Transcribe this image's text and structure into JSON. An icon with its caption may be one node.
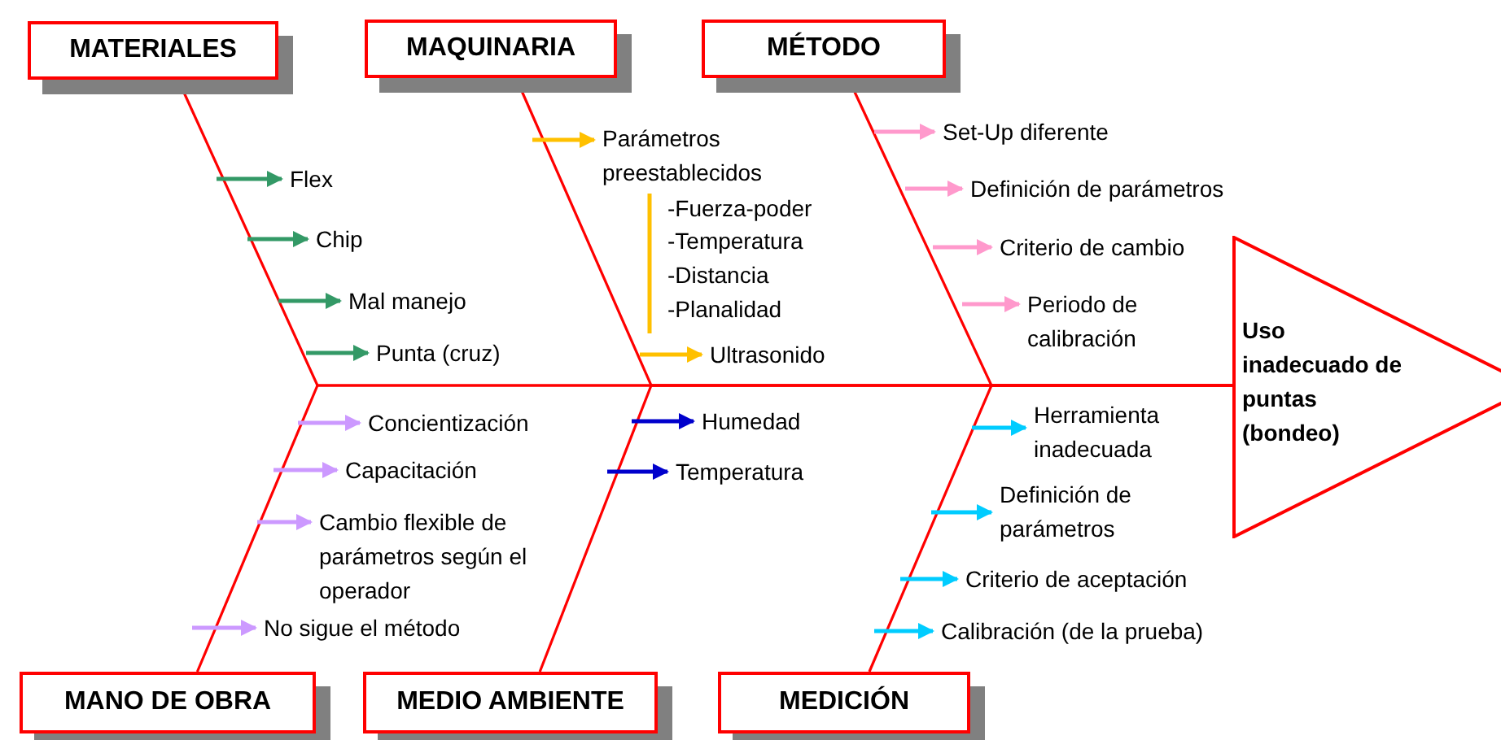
{
  "diagram": {
    "nodes": [
      {
        "text": [
          "MATERIALES"
        ]
      },
      {
        "text": [
          "MAQUINARIA"
        ]
      },
      {
        "text": [
          "MÉTODO"
        ]
      },
      {
        "text": [
          "MANO DE OBRA"
        ]
      },
      {
        "text": [
          "MEDIO AMBIENTE"
        ]
      },
      {
        "text": [
          "MEDICIÓN"
        ]
      },
      {
        "text": [
          "Uso inadecuado de puntas (bondeo)"
        ]
      },
      {
        "text": [
          "Flex"
        ]
      },
      {
        "text": [
          "Chip"
        ]
      },
      {
        "text": [
          "Mal manejo"
        ]
      },
      {
        "text": [
          "Punta (cruz)"
        ]
      },
      {
        "text": [
          "Parámetros preestablecidos"
        ]
      },
      {
        "text": [
          "Ultrasonido"
        ]
      },
      {
        "text": [
          "Set-Up diferente"
        ]
      },
      {
        "text": [
          "Definición de parámetros"
        ]
      },
      {
        "text": [
          "Criterio de cambio"
        ]
      },
      {
        "text": [
          "Periodo de calibración"
        ]
      },
      {
        "text": [
          "Concientización"
        ]
      },
      {
        "text": [
          "Capacitación"
        ]
      },
      {
        "text": [
          "Cambio flexible de parámetros según el operador"
        ]
      },
      {
        "text": [
          "No sigue el método"
        ]
      },
      {
        "text": [
          "Humedad"
        ]
      },
      {
        "text": [
          "Temperatura"
        ]
      },
      {
        "text": [
          "Herramienta inadecuada"
        ]
      },
      {
        "text": [
          "Definición de parámetros"
        ]
      },
      {
        "text": [
          "Criterio de aceptación"
        ]
      },
      {
        "text": [
          "Calibración (de la prueba)"
        ]
      }
    ],
    "edges": [
      {
        "from": 0,
        "to": 6,
        "arrow": "none"
      },
      {
        "from": 1,
        "to": 6,
        "arrow": "none"
      },
      {
        "from": 2,
        "to": 6,
        "arrow": "none"
      },
      {
        "from": 3,
        "to": 6,
        "arrow": "none"
      },
      {
        "from": 4,
        "to": 6,
        "arrow": "none"
      },
      {
        "from": 5,
        "to": 6,
        "arrow": "none"
      },
      {
        "from": null,
        "to": 7,
        "arrow": "to",
        "color": "#339966"
      },
      {
        "from": null,
        "to": 8,
        "arrow": "to",
        "color": "#339966"
      },
      {
        "from": null,
        "to": 9,
        "arrow": "to",
        "color": "#339966"
      },
      {
        "from": null,
        "to": 10,
        "arrow": "to",
        "color": "#339966"
      },
      {
        "from": null,
        "to": 11,
        "arrow": "to",
        "color": "#ffc000"
      },
      {
        "from": null,
        "to": 12,
        "arrow": "to",
        "color": "#ffc000"
      },
      {
        "from": null,
        "to": 13,
        "arrow": "to",
        "color": "#ff99cc"
      },
      {
        "from": null,
        "to": 14,
        "arrow": "to",
        "color": "#ff99cc"
      },
      {
        "from": null,
        "to": 15,
        "arrow": "to",
        "color": "#ff99cc"
      },
      {
        "from": null,
        "to": 16,
        "arrow": "to",
        "color": "#ff99cc"
      },
      {
        "from": null,
        "to": 17,
        "arrow": "to",
        "color": "#cc99ff"
      },
      {
        "from": null,
        "to": 18,
        "arrow": "to",
        "color": "#cc99ff"
      },
      {
        "from": null,
        "to": 19,
        "arrow": "to",
        "color": "#cc99ff"
      },
      {
        "from": null,
        "to": 20,
        "arrow": "to",
        "color": "#cc99ff"
      },
      {
        "from": null,
        "to": 21,
        "arrow": "to",
        "color": "#0000cc"
      },
      {
        "from": null,
        "to": 22,
        "arrow": "to",
        "color": "#0000cc"
      },
      {
        "from": null,
        "to": 23,
        "arrow": "to",
        "color": "#00ccff"
      },
      {
        "from": null,
        "to": 24,
        "arrow": "to",
        "color": "#00ccff"
      },
      {
        "from": null,
        "to": 25,
        "arrow": "to",
        "color": "#00ccff"
      },
      {
        "from": null,
        "to": 26,
        "arrow": "to",
        "color": "#00ccff"
      }
    ],
    "labels": [
      "-Fuerza-poder",
      "-Temperatura",
      "-Distancia",
      "-Planalidad"
    ]
  }
}
